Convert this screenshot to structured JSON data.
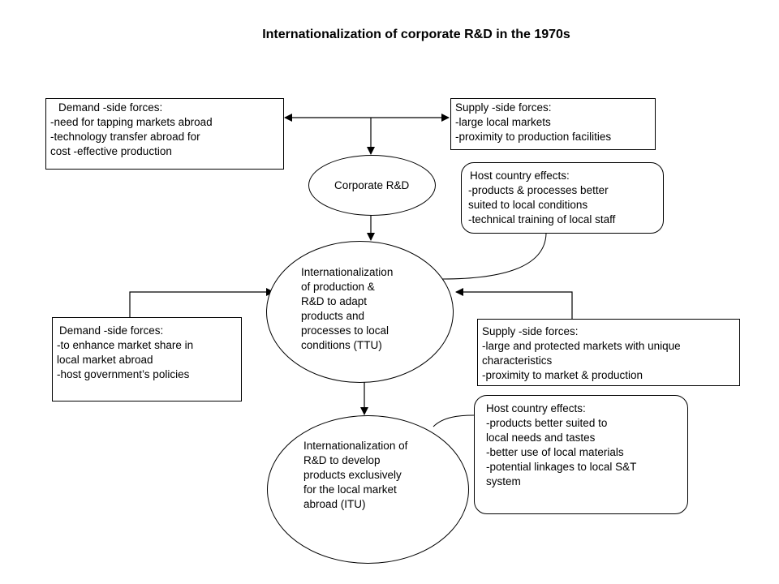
{
  "title": "Internationalization of corporate R&D in the 1970s",
  "demand_top": {
    "lines": [
      "Demand -side forces:",
      "-need for tapping markets abroad",
      "-technology transfer abroad for",
      "cost -effective production"
    ]
  },
  "supply_top": {
    "lines": [
      "Supply -side forces:",
      "-large local markets",
      "-proximity to production facilities"
    ]
  },
  "corporate_rd": "Corporate R&D",
  "host_effects_top": {
    "lines": [
      "Host country effects:",
      "-products & processes better",
      "suited to local conditions",
      "-technical training of local staff"
    ]
  },
  "ttu": {
    "lines": [
      "Internationalization",
      "of production &",
      "R&D to adapt",
      "products and",
      "processes to local",
      "conditions (TTU)"
    ]
  },
  "demand_mid": {
    "lines": [
      "Demand -side forces:",
      "-to enhance market share in",
      "local market abroad",
      "-host government’s policies"
    ]
  },
  "supply_mid": {
    "lines": [
      "Supply -side forces:",
      "-large and protected markets with unique",
      "characteristics",
      "-proximity to market & production"
    ]
  },
  "itu": {
    "lines": [
      "Internationalization of",
      "R&D to develop",
      "products exclusively",
      "for the local market",
      "abroad (ITU)"
    ]
  },
  "host_effects_bottom": {
    "lines": [
      "Host country effects:",
      "-products better suited to",
      "local needs and tastes",
      "-better use of local materials",
      "-potential linkages to local S&T",
      "system"
    ]
  }
}
